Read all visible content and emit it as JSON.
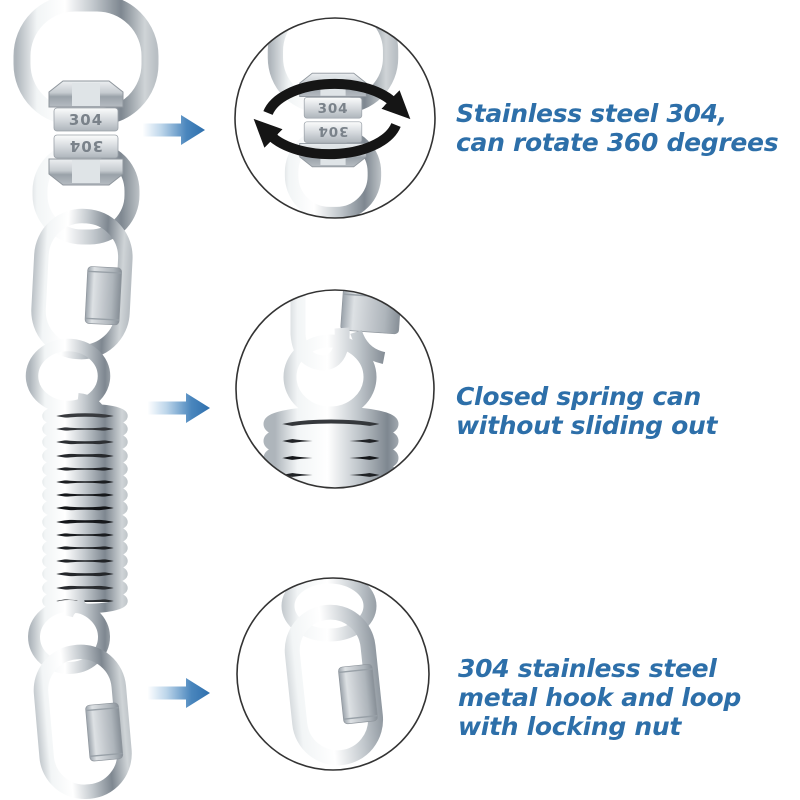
{
  "colors": {
    "background": "#ffffff",
    "accent_text_blue": "#2d6fa9",
    "arrow_blue": "#2e6fad",
    "arrow_fade": "#f4f9fd",
    "callout_border": "#333333",
    "rotation_arrow_black": "#151515",
    "metal_light": "#f2f5f6",
    "metal_dark": "#7e8790",
    "spring_gap_dark": "#111316"
  },
  "illustration": {
    "subject": "swivel-hook-spring-assembly",
    "stamp_top": "304",
    "stamp_bottom": "304"
  },
  "features": [
    {
      "id": "swivel-rotation",
      "lines": [
        "Stainless steel 304,",
        "can rotate 360 degrees"
      ]
    },
    {
      "id": "closed-spring",
      "lines": [
        "Closed spring can",
        "without sliding out"
      ]
    },
    {
      "id": "locking-hook",
      "lines": [
        "304 stainless steel",
        "metal hook and loop",
        "with locking nut"
      ]
    }
  ],
  "icons": {
    "rotation": "circular-rotate-arrows",
    "pointer": "right-arrow"
  }
}
